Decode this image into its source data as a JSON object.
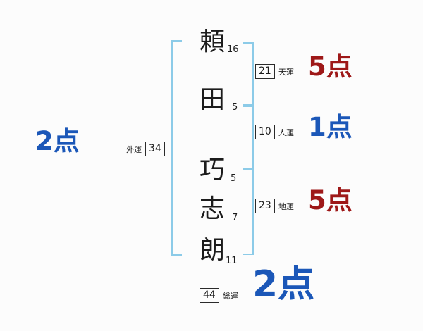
{
  "name_chars": [
    {
      "char": "頼",
      "strokes": "16"
    },
    {
      "char": "田",
      "strokes": "5"
    },
    {
      "char": "巧",
      "strokes": "5"
    },
    {
      "char": "志",
      "strokes": "7"
    },
    {
      "char": "朗",
      "strokes": "11"
    }
  ],
  "fortunes": {
    "tenun": {
      "label": "天運",
      "value": "21",
      "score": "5点",
      "score_color": "#9e1818"
    },
    "jinun": {
      "label": "人運",
      "value": "10",
      "score": "1点",
      "score_color": "#1b57b8"
    },
    "chiun": {
      "label": "地運",
      "value": "23",
      "score": "5点",
      "score_color": "#9e1818"
    },
    "gaiun": {
      "label": "外運",
      "value": "34",
      "score": "2点",
      "score_color": "#1b57b8"
    },
    "souun": {
      "label": "総運",
      "value": "44",
      "score": "2点",
      "score_color": "#1b57b8"
    }
  },
  "colors": {
    "bracket_blue": "#8ccbe8",
    "text_black": "#1c1c1c"
  }
}
